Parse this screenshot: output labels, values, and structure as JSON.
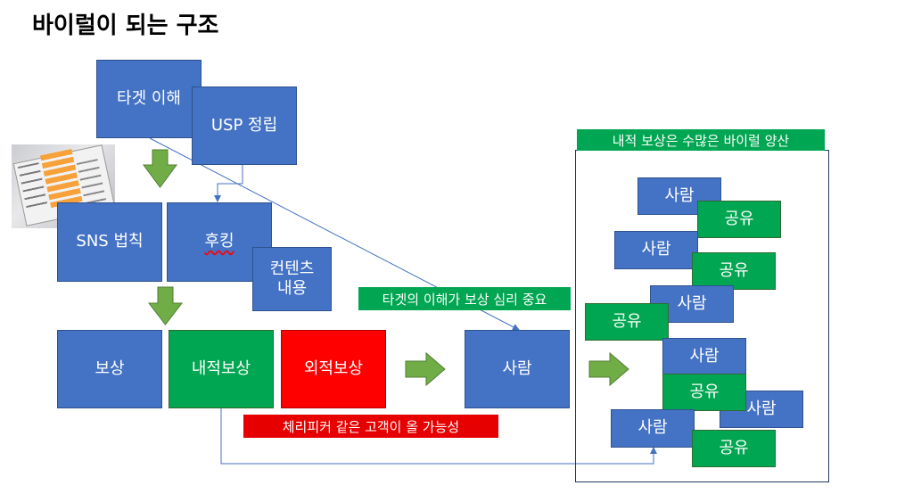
{
  "title": "바이럴이 되는 구조",
  "boxes": {
    "target": "타겟 이해",
    "usp": "USP 정립",
    "sns": "SNS 법칙",
    "hooking": "후킹",
    "content_line1": "컨텐츠",
    "content_line2": "내용",
    "reward": "보상",
    "internal_reward": "내적보상",
    "external_reward": "외적보상",
    "person": "사람"
  },
  "labels": {
    "target_reward": "타겟의 이해가 보상 심리 중요",
    "cherry_picker": "체리피커 같은 고객이 올 가능성",
    "viral_header": "내적 보상은 수많은 바이럴 양산"
  },
  "cluster": {
    "person": "사람",
    "share": "공유"
  },
  "colors": {
    "blue": "#4472c4",
    "green": "#00a651",
    "red": "#ff0000",
    "arrow_green": "#70ad47",
    "frame": "#1f3864"
  }
}
